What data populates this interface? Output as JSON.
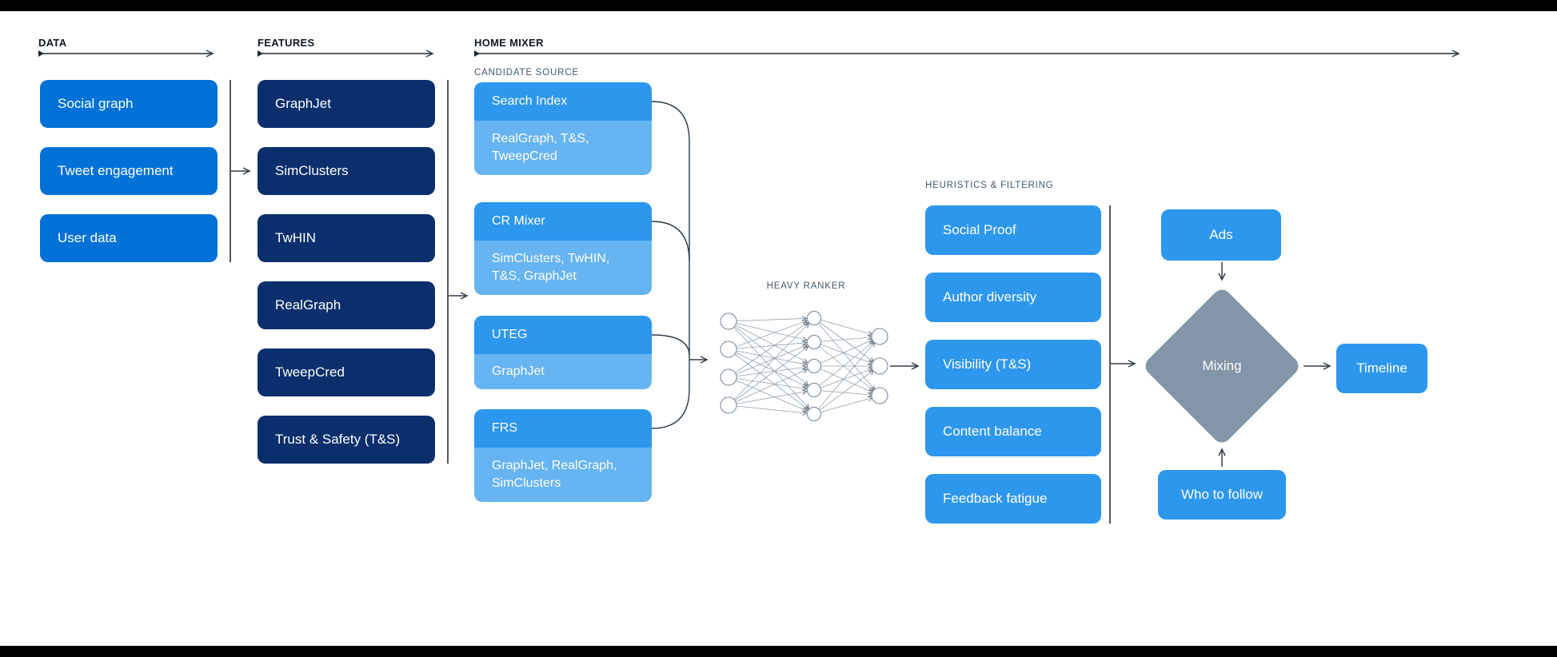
{
  "header": {
    "sections": [
      {
        "label": "DATA"
      },
      {
        "label": "FEATURES"
      },
      {
        "label": "HOME MIXER"
      }
    ]
  },
  "data_column": {
    "items": [
      "Social graph",
      "Tweet engagement",
      "User data"
    ]
  },
  "features_column": {
    "items": [
      "GraphJet",
      "SimClusters",
      "TwHIN",
      "RealGraph",
      "TweepCred",
      "Trust & Safety (T&S)"
    ]
  },
  "home_mixer": {
    "candidate_source_label": "CANDIDATE SOURCE",
    "candidate_sources": [
      {
        "name": "Search Index",
        "features": "RealGraph, T&S, TweepCred"
      },
      {
        "name": "CR Mixer",
        "features": "SimClusters, TwHIN, T&S, GraphJet"
      },
      {
        "name": "UTEG",
        "features": "GraphJet"
      },
      {
        "name": "FRS",
        "features": "GraphJet, RealGraph, SimClusters"
      }
    ],
    "heavy_ranker_label": "HEAVY RANKER",
    "heuristics_label": "HEURISTICS & FILTERING",
    "heuristics": [
      "Social Proof",
      "Author diversity",
      "Visibility (T&S)",
      "Content balance",
      "Feedback fatigue"
    ],
    "ads_label": "Ads",
    "mixing_label": "Mixing",
    "who_to_follow_label": "Who to follow",
    "timeline_label": "Timeline"
  },
  "colors": {
    "data_box": "#0071d6",
    "features_box": "#0b2f6c",
    "primary_blue": "#2d97ee",
    "light_blue": "#66b4f1",
    "diamond_gray": "#8495a7",
    "line_dark": "#1d2a33",
    "nn_stroke": "#93a1ad",
    "label_gray": "#42586b"
  }
}
